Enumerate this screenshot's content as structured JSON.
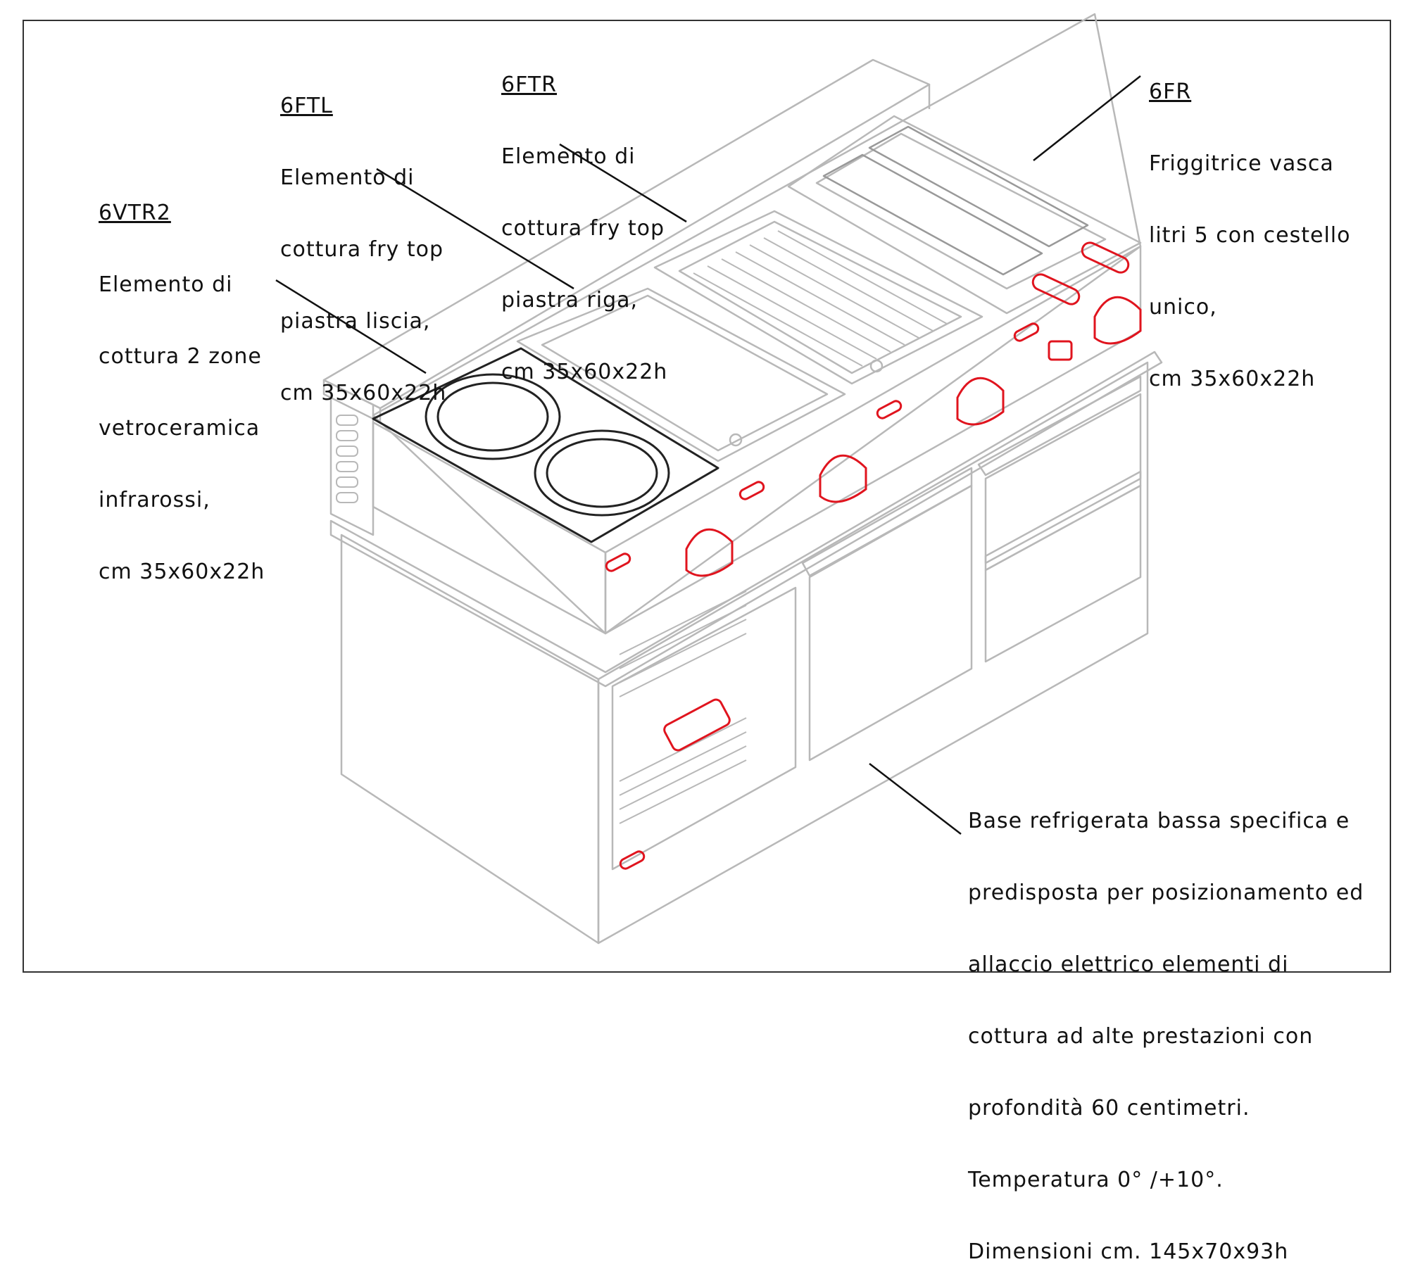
{
  "colors": {
    "outline": "#b8b8b8",
    "ink": "#111111",
    "accent": "#e0141e",
    "frame": "#333333"
  },
  "callouts": {
    "vtr2": {
      "code": "6VTR2",
      "lines": [
        "Elemento di",
        "cottura 2 zone",
        "vetroceramica",
        "infrarossi,",
        "cm 35x60x22h"
      ]
    },
    "ftl": {
      "code": "6FTL",
      "lines": [
        "Elemento di",
        "cottura fry top",
        "piastra liscia,",
        "cm 35x60x22h"
      ]
    },
    "ftr": {
      "code": "6FTR",
      "lines": [
        "Elemento di",
        "cottura fry top",
        "piastra riga,",
        "cm 35x60x22h"
      ]
    },
    "fr": {
      "code": "6FR",
      "lines": [
        "Friggitrice vasca",
        "litri 5 con cestello",
        "unico,",
        "cm 35x60x22h"
      ]
    },
    "base": {
      "lines": [
        "Base refrigerata bassa specifica e",
        "predisposta per posizionamento ed",
        "allaccio elettrico elementi di",
        "cottura ad alte prestazioni con",
        "profondità 60 centimetri.",
        "Temperatura 0° /+10°.",
        "Dimensioni cm. 145x70x93h"
      ]
    }
  }
}
